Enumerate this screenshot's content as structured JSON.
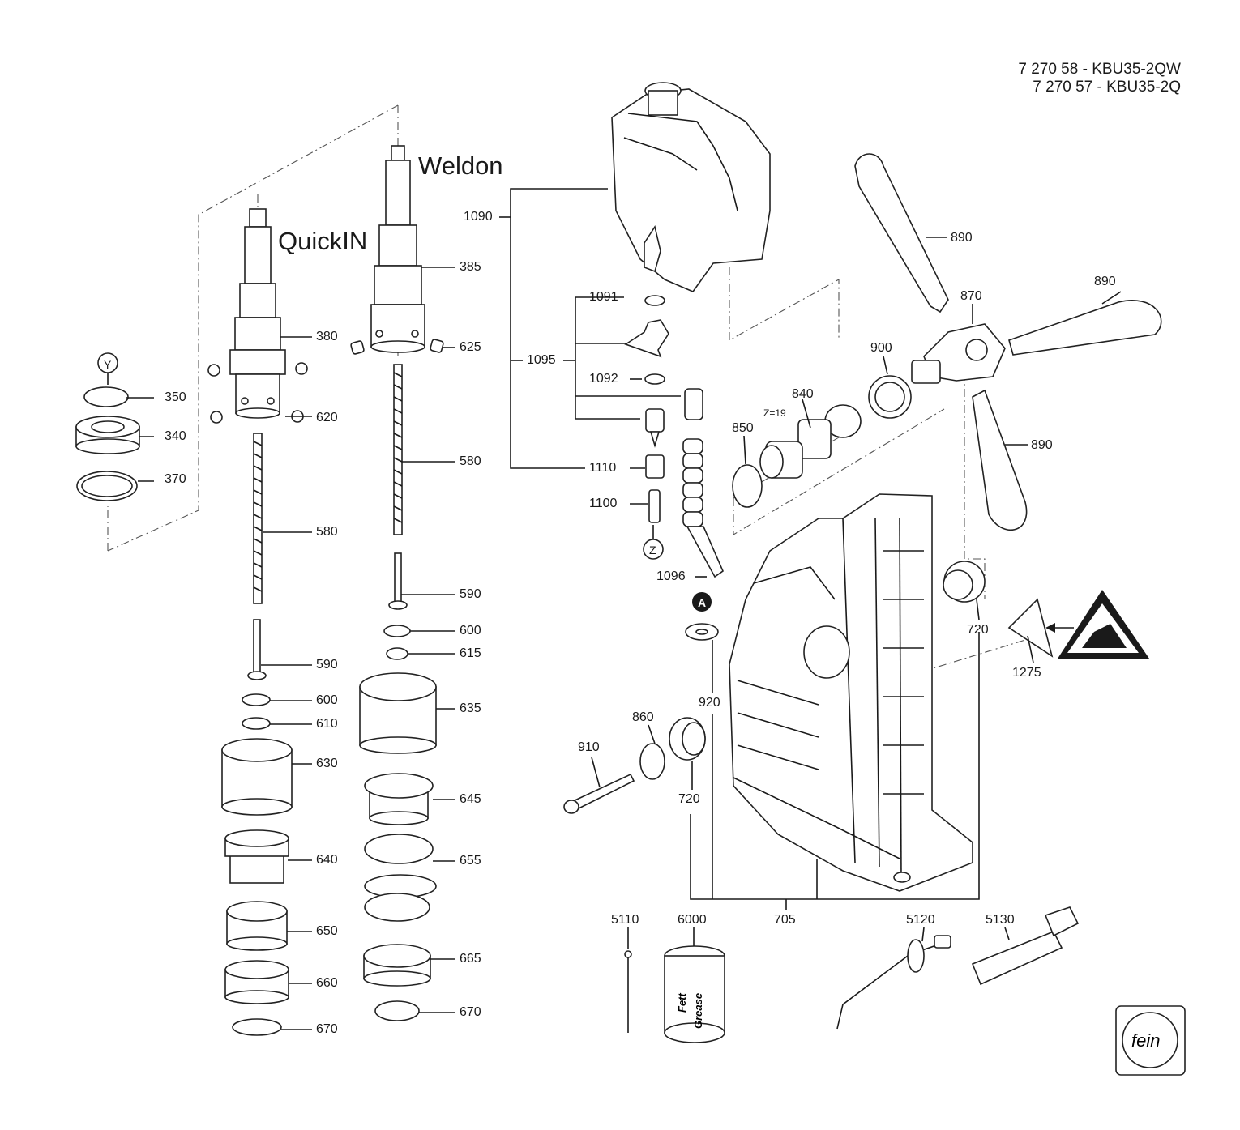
{
  "header": {
    "line1": "7 270 58 - KBU35-2QW",
    "line2": "7 270 57 - KBU35-2Q"
  },
  "variants": {
    "quickin": "QuickIN",
    "weldon": "Weldon"
  },
  "callouts": {
    "y": "Y",
    "z": "Z",
    "a": "A"
  },
  "gear_teeth": "Z=19",
  "grease_can": {
    "line1": "Fett",
    "line2": "Grease"
  },
  "logo_text": "fein",
  "warning_icon": "warning-triangle-icon",
  "parts": {
    "p350": "350",
    "p340": "340",
    "p370": "370",
    "p380": "380",
    "p620": "620",
    "p580a": "580",
    "p590a": "590",
    "p600a": "600",
    "p610": "610",
    "p630": "630",
    "p640": "640",
    "p650": "650",
    "p660": "660",
    "p670a": "670",
    "p385": "385",
    "p625": "625",
    "p580b": "580",
    "p590b": "590",
    "p600b": "600",
    "p615": "615",
    "p635": "635",
    "p645": "645",
    "p655": "655",
    "p665": "665",
    "p670b": "670",
    "p1090": "1090",
    "p1091": "1091",
    "p1095": "1095",
    "p1092": "1092",
    "p1110": "1110",
    "p1100": "1100",
    "p1096": "1096",
    "p890a": "890",
    "p890b": "890",
    "p890c": "890",
    "p870": "870",
    "p900": "900",
    "p840": "840",
    "p850": "850",
    "p720a": "720",
    "p720b": "720",
    "p1275": "1275",
    "p920": "920",
    "p860": "860",
    "p910": "910",
    "p705": "705",
    "p5110": "5110",
    "p6000": "6000",
    "p5120": "5120",
    "p5130": "5130"
  }
}
